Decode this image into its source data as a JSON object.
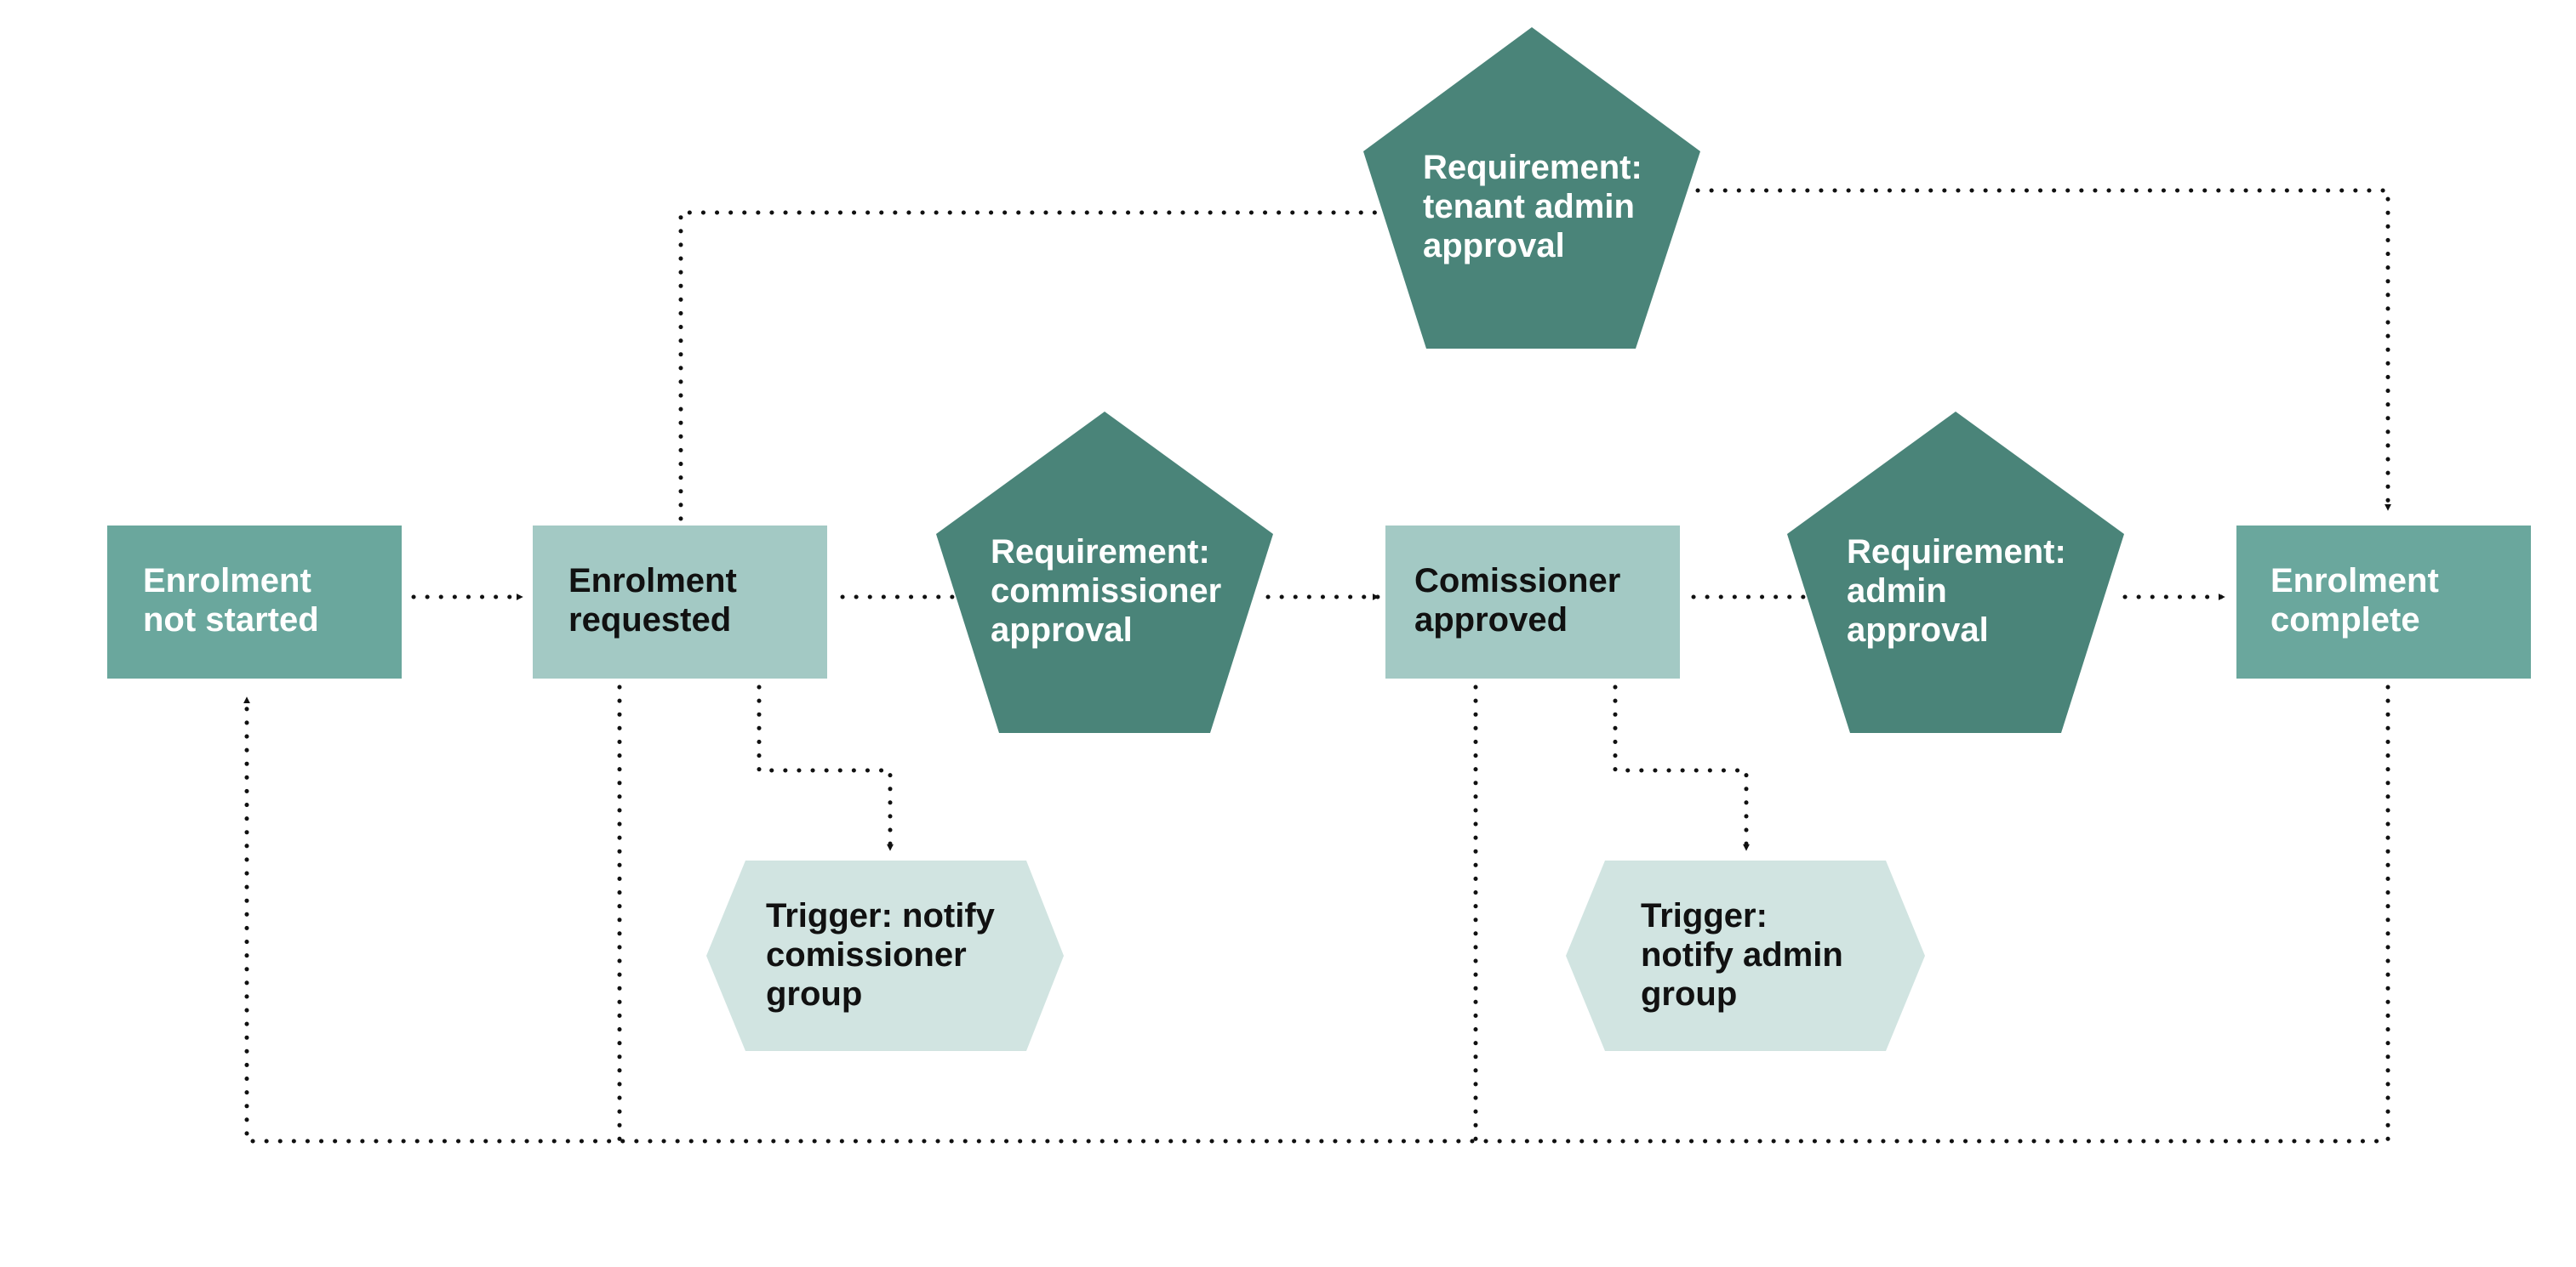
{
  "colors": {
    "state_mid": "#6aa79d",
    "state_light": "#a3c9c4",
    "requirement": "#4a8479",
    "trigger": "#d1e4e1",
    "text_light": "#ffffff",
    "text_dark": "#111111",
    "connector": "#111111"
  },
  "nodes": {
    "enrolment_not_started": {
      "line1": "Enrolment",
      "line2": "not started"
    },
    "enrolment_requested": {
      "line1": "Enrolment",
      "line2": "requested"
    },
    "commissioner_approved": {
      "line1": "Comissioner",
      "line2": "approved"
    },
    "enrolment_complete": {
      "line1": "Enrolment",
      "line2": "complete"
    },
    "req_tenant_admin": {
      "line1": "Requirement:",
      "line2": "tenant admin",
      "line3": "approval"
    },
    "req_commissioner": {
      "line1": "Requirement:",
      "line2": "commissioner",
      "line3": "approval"
    },
    "req_admin": {
      "line1": "Requirement:",
      "line2": "admin",
      "line3": "approval"
    },
    "trigger_commissioner": {
      "line1": "Trigger: notify",
      "line2": "comissioner",
      "line3": "group"
    },
    "trigger_admin": {
      "line1": "Trigger:",
      "line2": "notify admin",
      "line3": "group"
    }
  }
}
